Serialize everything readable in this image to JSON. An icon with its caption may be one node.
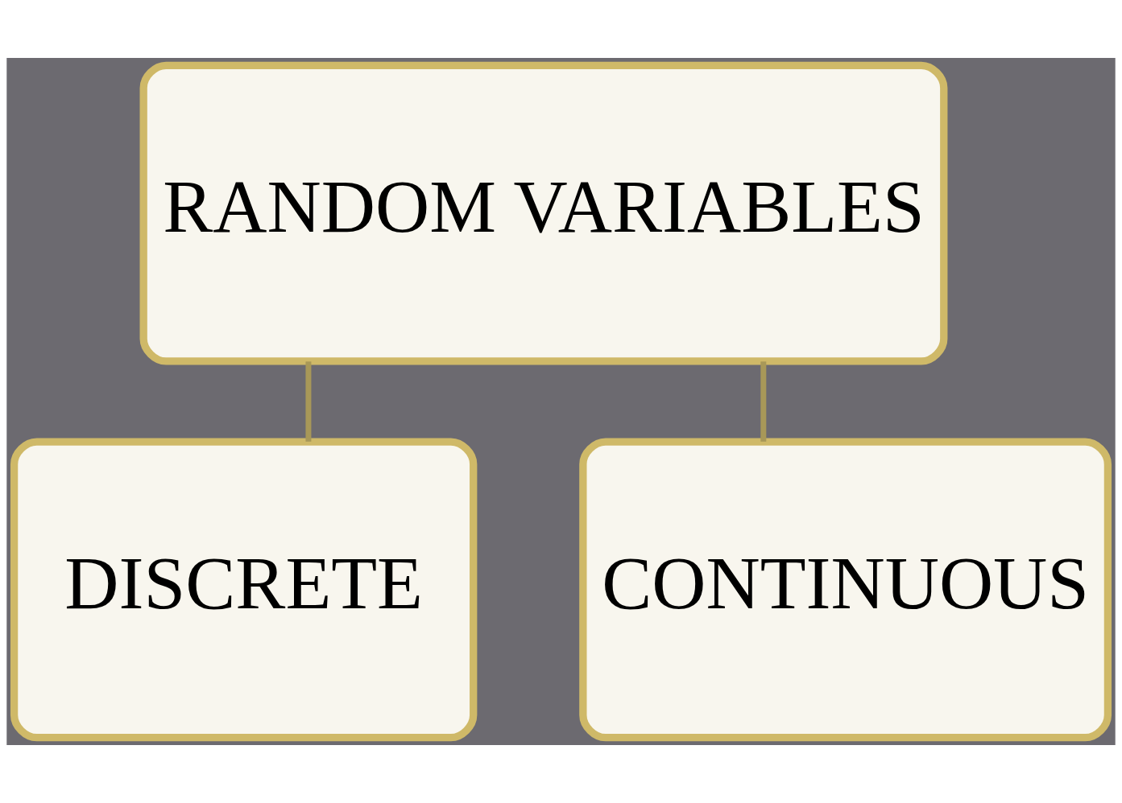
{
  "diagram": {
    "nodes": [
      {
        "text": [
          "RANDOM VARIABLES"
        ]
      },
      {
        "text": [
          "DISCRETE"
        ]
      },
      {
        "text": [
          "CONTINUOUS"
        ]
      }
    ],
    "edges": [
      {
        "from": 0,
        "to": 1,
        "arrow": "none"
      },
      {
        "from": 0,
        "to": 2,
        "arrow": "none"
      }
    ]
  }
}
